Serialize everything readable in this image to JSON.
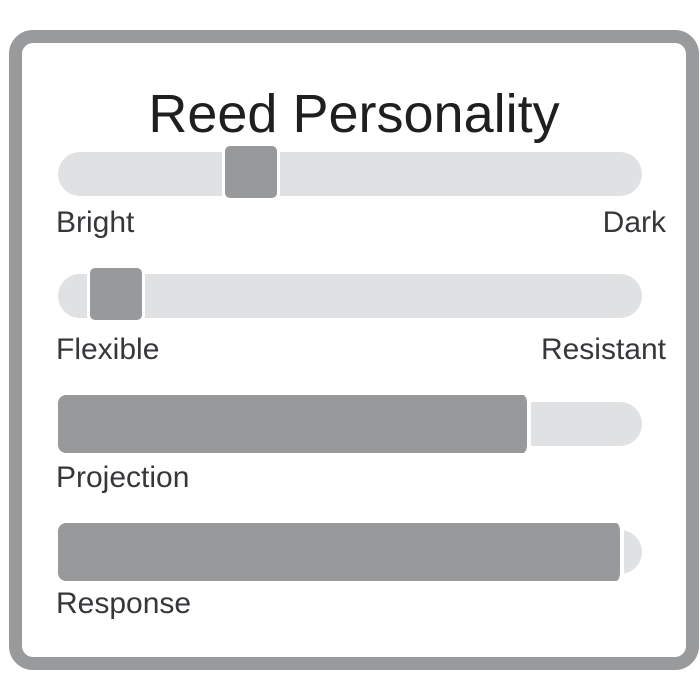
{
  "title": "Reed Personality",
  "sliders": [
    {
      "left_label": "Bright",
      "right_label": "Dark",
      "level": 0.33
    },
    {
      "left_label": "Flexible",
      "right_label": "Resistant",
      "level": 0.1
    }
  ],
  "bars": [
    {
      "label": "Projection",
      "level": 0.81
    },
    {
      "label": "Response",
      "level": 0.97
    }
  ],
  "colors": {
    "frame": "#999a9c",
    "track": "#e0e1e2",
    "fill": "#98999b"
  }
}
